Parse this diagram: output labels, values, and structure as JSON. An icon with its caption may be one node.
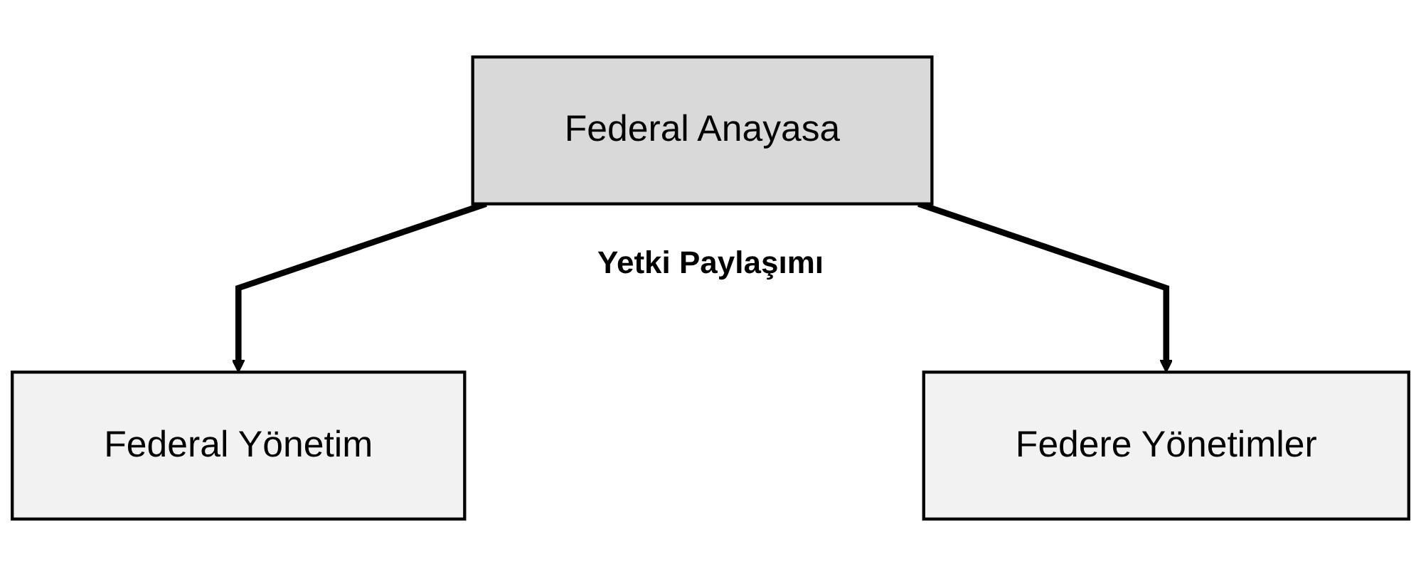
{
  "diagram": {
    "nodes": [
      {
        "text": [
          "Federal Anayasa"
        ]
      },
      {
        "text": [
          "Federal Yönetim"
        ]
      },
      {
        "text": [
          "Federe Yönetimler"
        ]
      }
    ],
    "edges": [
      {
        "from": 0,
        "to": 1,
        "arrow": "to"
      },
      {
        "from": 0,
        "to": 2,
        "arrow": "to"
      }
    ],
    "labels": [
      "Yetki Paylaşımı"
    ]
  }
}
